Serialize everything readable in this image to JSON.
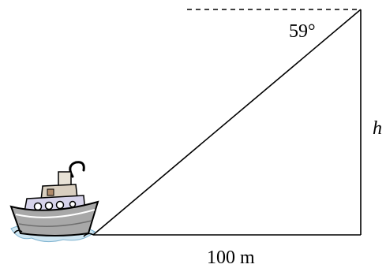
{
  "diagram": {
    "angle_label": "59°",
    "height_label": "h",
    "base_label": "100 m",
    "ship_icon": "cartoon-ship-icon"
  }
}
